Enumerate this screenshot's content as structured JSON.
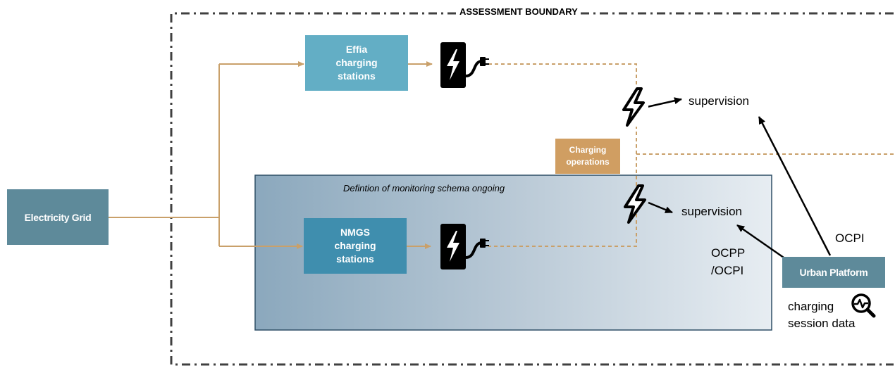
{
  "boundary": {
    "title": "ASSESSMENT BOUNDARY"
  },
  "monitoring_panel": {
    "note": "Defintion of monitoring schema ongoing"
  },
  "nodes": {
    "electricity_grid": "Electricity Grid",
    "effia": {
      "line1": "Effia",
      "line2": "charging",
      "line3": "stations"
    },
    "nmgs": {
      "line1": "NMGS",
      "line2": "charging",
      "line3": "stations"
    },
    "urban_platform": "Urban Platform",
    "charging_operations": {
      "line1": "Charging",
      "line2": "operations"
    }
  },
  "labels": {
    "supervision_top": "supervision",
    "supervision_bottom": "supervision",
    "ocpi": "OCPI",
    "ocpp_line1": "OCPP",
    "ocpp_line2": "/OCPI",
    "session_line1": "charging",
    "session_line2": "session data"
  },
  "icons": [
    "ev-charger-icon",
    "lightning-icon",
    "magnifier-chart-icon"
  ],
  "colors": {
    "flow_line": "#c9a06a",
    "grid_box": "#5e8a9a",
    "effia_box": "#63aec5",
    "nmgs_box": "#3f8eae",
    "charging_ops_box": "#d09e62",
    "boundary": "#404040",
    "panel_gradient_left": "#8ba8bd",
    "panel_gradient_right": "#e6ecf1"
  }
}
